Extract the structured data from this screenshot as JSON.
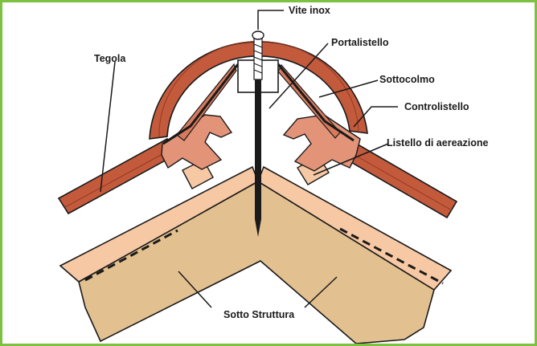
{
  "labels": {
    "vite": "Vite inox",
    "portalistello": "Portalistello",
    "sottocolmo": "Sottocolmo",
    "controlistello": "Controlistello",
    "listello": "Listello di aereazione",
    "tegola": "Tegola",
    "struttura": "Sotto Struttura"
  },
  "colors": {
    "frame": "#7dc142",
    "tile": "#c45a3c",
    "tile_light": "#d97a5c",
    "batten": "#e39478",
    "board": "#f7c8a4",
    "structure": "#e3c08f"
  }
}
